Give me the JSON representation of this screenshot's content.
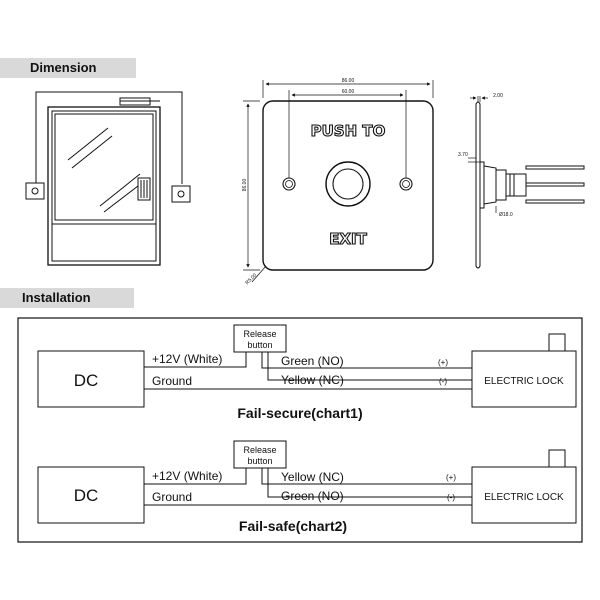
{
  "sections": {
    "dimension": "Dimension",
    "installation": "Installation"
  },
  "dimension": {
    "button_text_top": "PUSH TO",
    "button_text_bottom": "EXIT",
    "dim_outer_width": "86.00",
    "dim_hole_spacing": "60.00",
    "dim_height": "86.00",
    "dim_corner": "R5.00",
    "dim_thickness": "2.00",
    "dim_depth": "3.70",
    "dim_diameter": "Ø18.0"
  },
  "chart1": {
    "dc_label": "DC",
    "release_line1": "Release",
    "release_line2": "button",
    "wire_power": "+12V (White)",
    "wire_ground": "Ground",
    "wire_upper": "Green (NO)",
    "wire_lower": "Yellow (NC)",
    "polarity_plus": "(+)",
    "polarity_minus": "(-)",
    "lock_label": "ELECTRIC LOCK",
    "caption": "Fail-secure(chart1)"
  },
  "chart2": {
    "dc_label": "DC",
    "release_line1": "Release",
    "release_line2": "button",
    "wire_power": "+12V (White)",
    "wire_ground": "Ground",
    "wire_upper": "Yellow (NC)",
    "wire_lower": "Green (NO)",
    "polarity_plus": "(+)",
    "polarity_minus": "(-)",
    "lock_label": "ELECTRIC LOCK",
    "caption": "Fail-safe(chart2)"
  }
}
